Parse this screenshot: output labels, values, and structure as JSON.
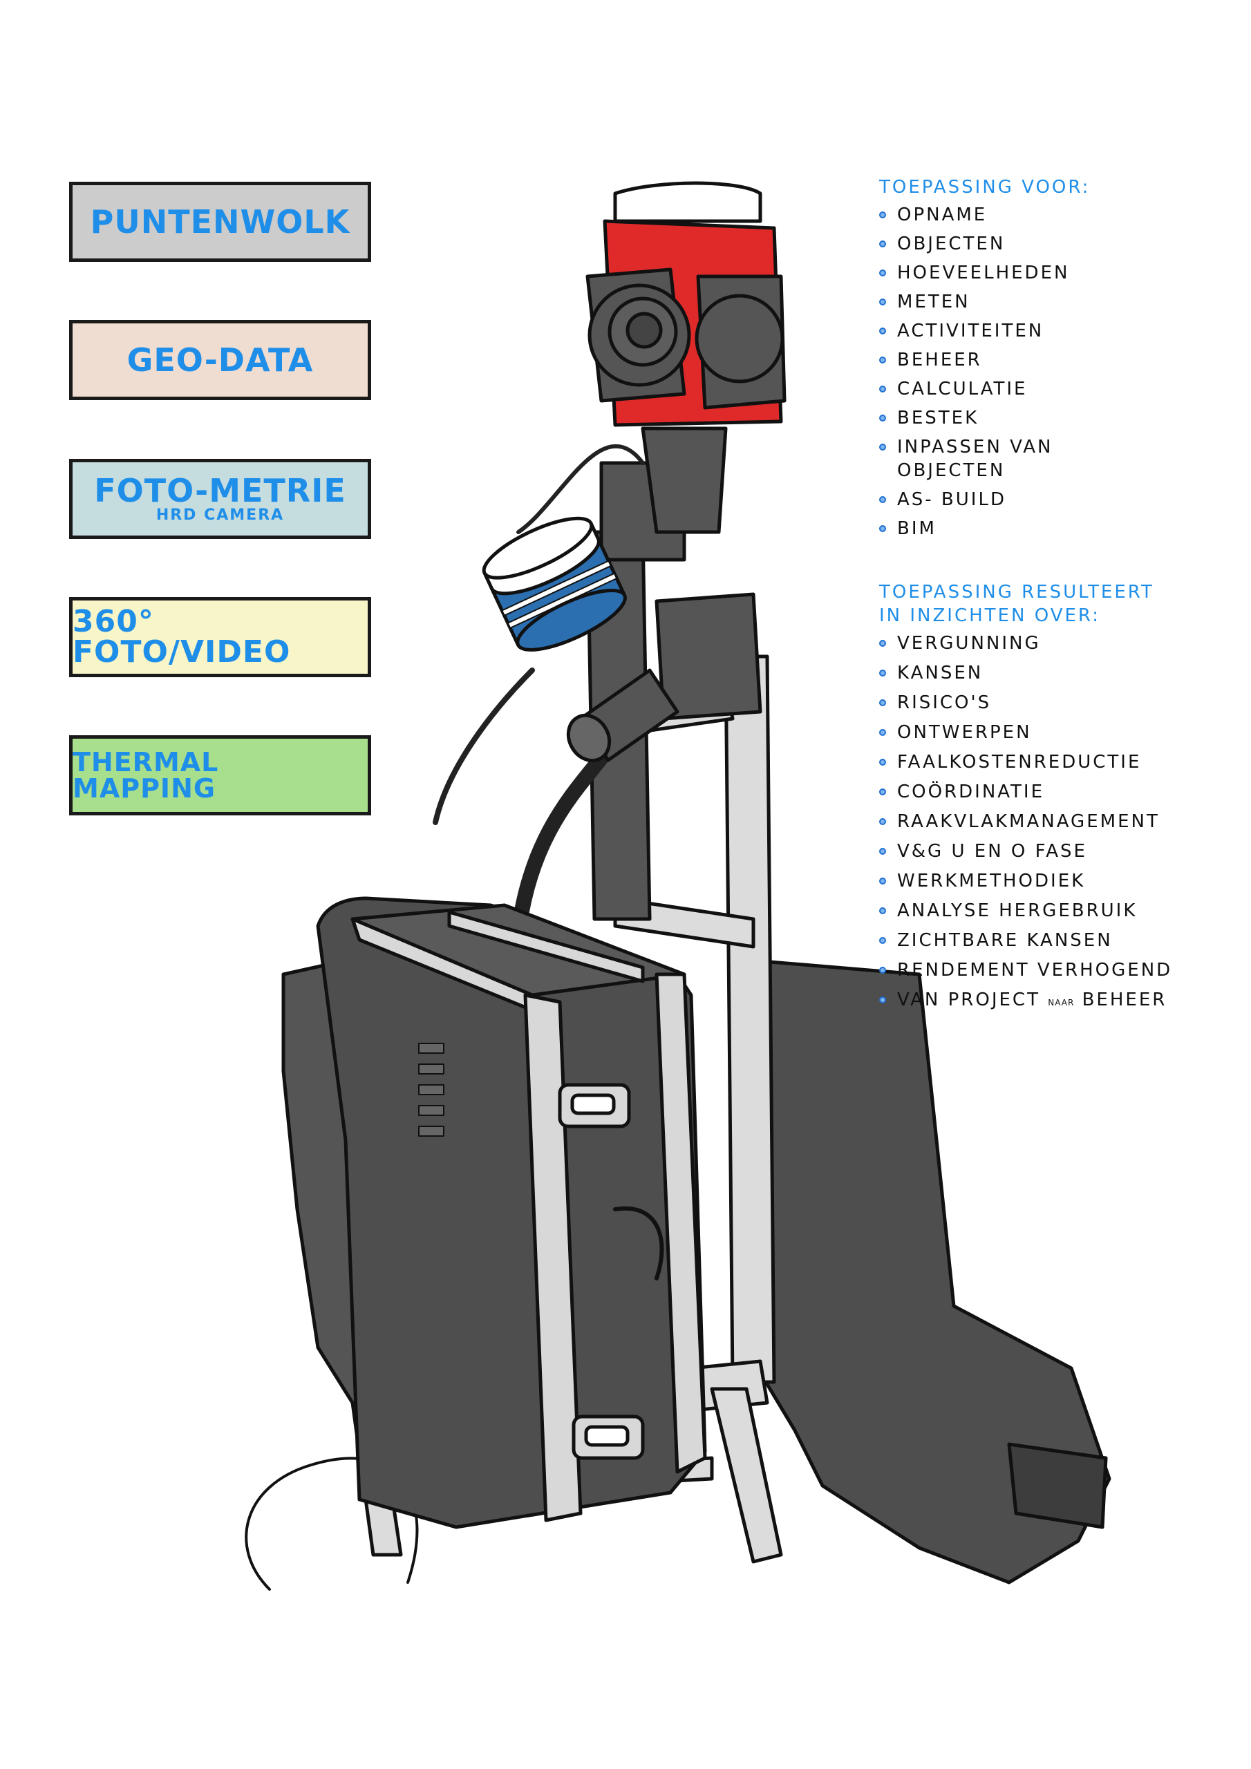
{
  "tiles": [
    {
      "label": "PUNTENWOLK",
      "sub": "",
      "color": "#cccccc"
    },
    {
      "label": "GEO-DATA",
      "sub": "",
      "color": "#f0ddd2"
    },
    {
      "label": "FOTO-METRIE",
      "sub": "HRD CAMERA",
      "color": "#c6dde0"
    },
    {
      "label": "360° FOTO/VIDEO",
      "sub": "",
      "color": "#f8f6c9"
    },
    {
      "label": "THERMAL MAPPING",
      "sub": "",
      "color": "#a8df8c"
    }
  ],
  "toepassing": {
    "title": "TOEPASSING VOOR:",
    "items": [
      "OPNAME",
      "OBJECTEN",
      "HOEVEELHEDEN",
      "METEN",
      "ACTIVITEITEN",
      "BEHEER",
      "CALCULATIE",
      "BESTEK",
      "INPASSEN VAN OBJECTEN",
      "AS- BUILD",
      "BIM"
    ]
  },
  "resultaat": {
    "title": "TOEPASSING RESULTEERT IN INZICHTEN OVER:",
    "items": [
      "VERGUNNING",
      "KANSEN",
      "RISICO'S",
      "ONTWERPEN",
      "FAALKOSTENREDUCTIE",
      "COÖRDINATIE",
      "RAAKVLAKMANAGEMENT",
      "V&G U EN O FASE",
      "WERKMETHODIEK",
      "ANALYSE HERGEBRUIK",
      "ZICHTBARE KANSEN",
      "RENDEMENT VERHOGEND"
    ],
    "last_item": {
      "part1": "VAN PROJECT",
      "part2": "NAAR",
      "part3": "BEHEER"
    }
  },
  "colors": {
    "accent": "#1f8ee8",
    "camera_red": "#e02a2a",
    "equipment": "#555555",
    "lidar_blue": "#2c6fb0"
  }
}
